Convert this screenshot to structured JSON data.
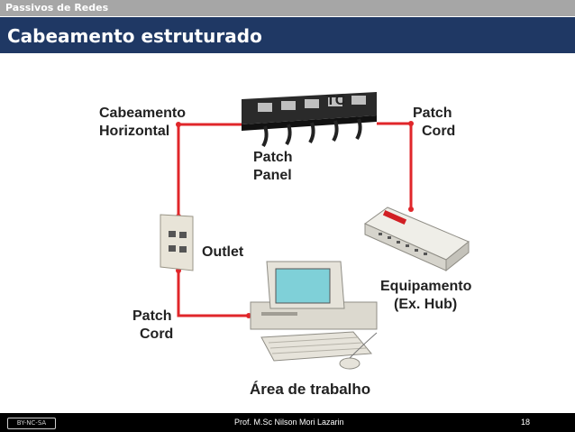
{
  "header": {
    "course": "Passivos de Redes",
    "title": "Cabeamento estruturado"
  },
  "diagram": {
    "tc": "TC",
    "horizontal_cabling": [
      "Cabeamento",
      "Horizontal"
    ],
    "patch_cord_top": [
      "Patch",
      "Cord"
    ],
    "patch_panel": [
      "Patch",
      "Panel"
    ],
    "outlet": "Outlet",
    "equipment": [
      "Equipamento",
      "(Ex. Hub)"
    ],
    "patch_cord_bottom": [
      "Patch",
      "Cord"
    ],
    "work_area": "Área de trabalho",
    "cable_color": "#e0262a"
  },
  "footer": {
    "license_badge": "BY-NC-SA",
    "author": "Prof. M.Sc Nilson Mori Lazarin",
    "page_number": "18"
  }
}
